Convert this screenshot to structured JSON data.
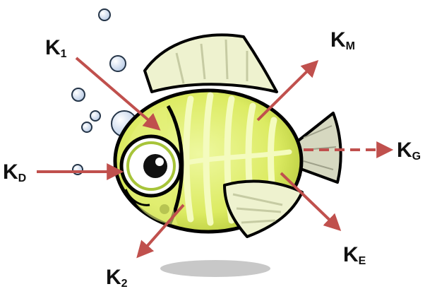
{
  "diagram": {
    "labels": {
      "k1": {
        "main": "K",
        "sub": "1"
      },
      "km": {
        "main": "K",
        "sub": "M"
      },
      "kg": {
        "main": "K",
        "sub": "G"
      },
      "kd": {
        "main": "K",
        "sub": "D"
      },
      "ke": {
        "main": "K",
        "sub": "E"
      },
      "k2": {
        "main": "K",
        "sub": "2"
      }
    },
    "colors": {
      "arrow": "#c0504d",
      "fish_body": "#dff06a",
      "fish_stripe": "#f4fbbe",
      "fin": "#eef2cf",
      "tail": "#d6d8c0",
      "outline": "#000000",
      "bubble": "#c9d9ee",
      "shadow": "#c8c8c8"
    }
  }
}
